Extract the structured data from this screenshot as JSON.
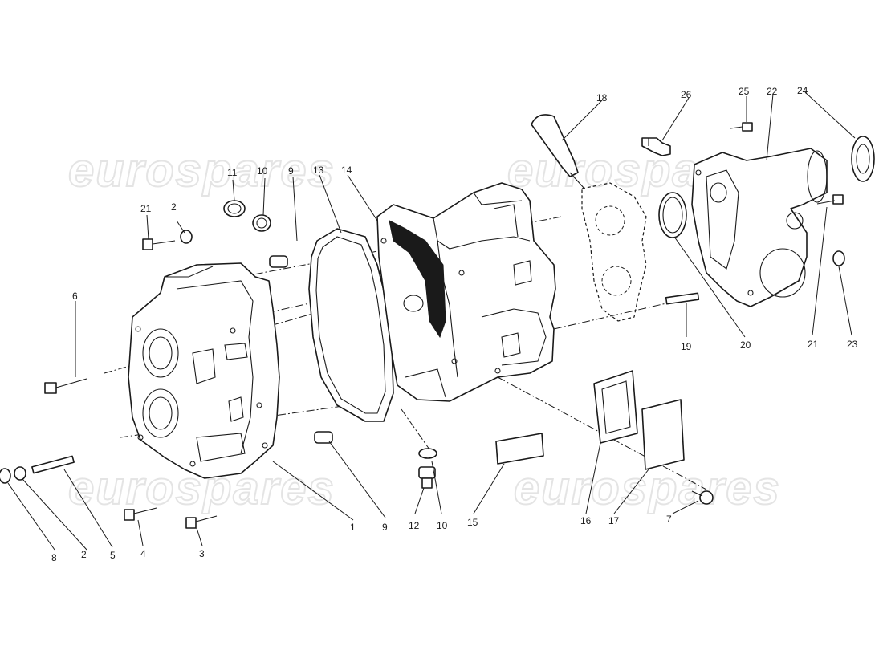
{
  "watermark": {
    "text": "eurospares",
    "color": "#e0e0e0"
  },
  "callouts": [
    "1",
    "2",
    "2",
    "3",
    "4",
    "5",
    "6",
    "7",
    "8",
    "9",
    "9",
    "10",
    "10",
    "11",
    "12",
    "13",
    "14",
    "15",
    "16",
    "17",
    "18",
    "19",
    "20",
    "21",
    "21",
    "22",
    "23",
    "24",
    "25",
    "26"
  ],
  "colors": {
    "line": "#1a1a1a",
    "background": "#ffffff"
  }
}
